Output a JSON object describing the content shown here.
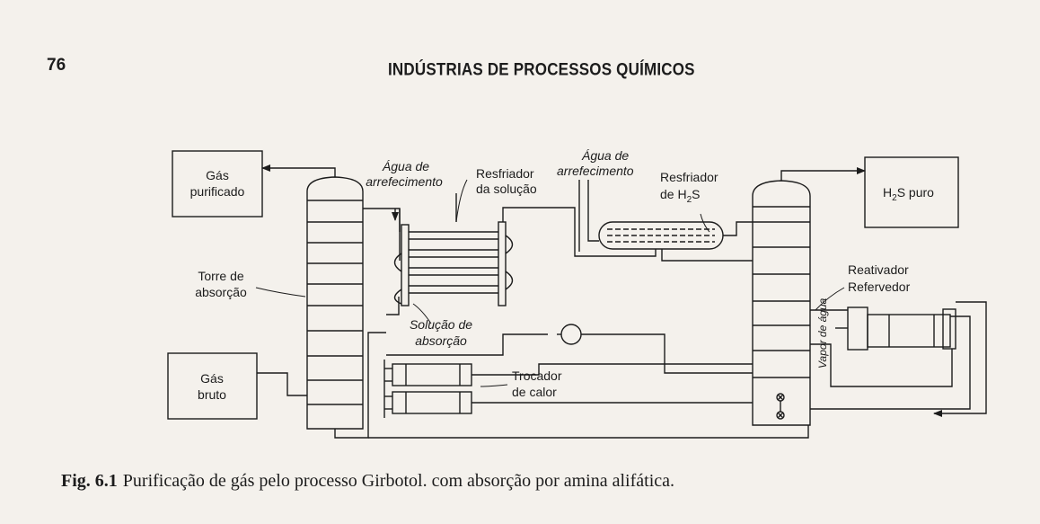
{
  "page_number": "76",
  "header_title": "INDÚSTRIAS DE PROCESSOS QUÍMICOS",
  "caption": {
    "label": "Fig.",
    "number": "6.1",
    "text": "Purificação de gás pelo processo Girbotol. com absorção por amina alifática."
  },
  "diagram": {
    "gas_purificado": [
      "Gás",
      "purificado"
    ],
    "gas_bruto": [
      "Gás",
      "bruto"
    ],
    "h2s_puro": {
      "prefix": "H",
      "sub": "2",
      "suffix": "S puro"
    },
    "torre_absorcao": [
      "Torre de",
      "absorção"
    ],
    "agua_arrefecimento_1": [
      "Água de",
      "arrefecimento"
    ],
    "agua_arrefecimento_2": [
      "Água de",
      "arrefecimento"
    ],
    "resfriador_solucao": [
      "Resfriador",
      "da solução"
    ],
    "resfriador_h2s": {
      "line1": "Resfriador",
      "prefix": "de H",
      "sub": "2",
      "suffix": "S"
    },
    "solucao_absorcao": [
      "Solução de",
      "absorção"
    ],
    "trocador_calor": [
      "Trocador",
      "de calor"
    ],
    "reativador": "Reativador",
    "refervedor": "Refervedor",
    "vapor_agua": "Vapor de água"
  }
}
